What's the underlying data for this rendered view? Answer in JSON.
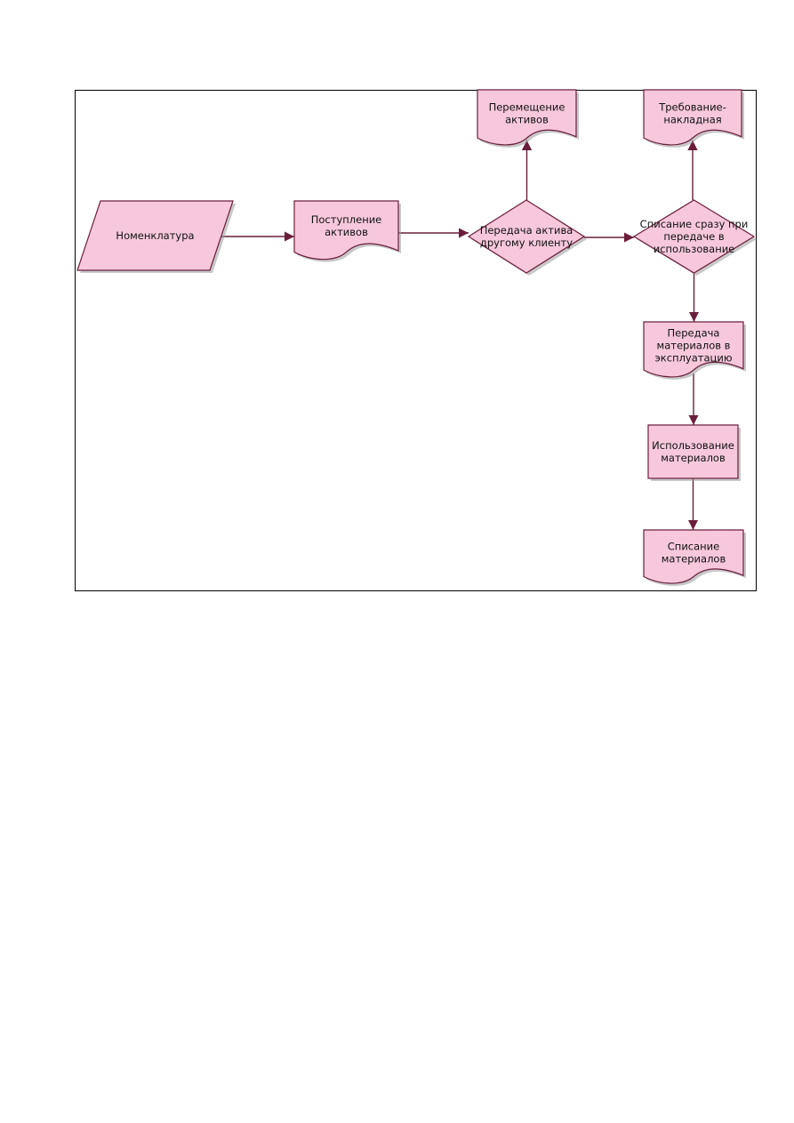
{
  "colors": {
    "node_fill": "#f7c8dc",
    "node_stroke": "#6b1e3c",
    "edge": "#6b1e3c",
    "frame": "#000000"
  },
  "nodes": [
    {
      "id": "nomenclature",
      "shape": "data",
      "label": [
        "Номенклатура"
      ]
    },
    {
      "id": "assets-receipt",
      "shape": "document",
      "label": [
        "Поступление",
        "активов"
      ]
    },
    {
      "id": "asset-transfer-client",
      "shape": "decision",
      "label": [
        "Передача актива",
        "другому клиенту"
      ]
    },
    {
      "id": "assets-movement",
      "shape": "document",
      "label": [
        "Перемещение",
        "активов"
      ]
    },
    {
      "id": "write-off-on-use",
      "shape": "decision",
      "label": [
        "Списание сразу при",
        "передаче в",
        "использование"
      ]
    },
    {
      "id": "requisition-invoice",
      "shape": "document",
      "label": [
        "Требование-",
        "накладная"
      ]
    },
    {
      "id": "materials-to-operation",
      "shape": "document",
      "label": [
        "Передача",
        "материалов в",
        "эксплуатацию"
      ]
    },
    {
      "id": "materials-usage",
      "shape": "process",
      "label": [
        "Использование",
        "материалов"
      ]
    },
    {
      "id": "materials-write-off",
      "shape": "document",
      "label": [
        "Списание",
        "материалов"
      ]
    }
  ],
  "edges": [
    {
      "from": "nomenclature",
      "to": "assets-receipt"
    },
    {
      "from": "assets-receipt",
      "to": "asset-transfer-client"
    },
    {
      "from": "asset-transfer-client",
      "to": "assets-movement"
    },
    {
      "from": "asset-transfer-client",
      "to": "write-off-on-use"
    },
    {
      "from": "write-off-on-use",
      "to": "requisition-invoice"
    },
    {
      "from": "write-off-on-use",
      "to": "materials-to-operation"
    },
    {
      "from": "materials-to-operation",
      "to": "materials-usage"
    },
    {
      "from": "materials-usage",
      "to": "materials-write-off"
    }
  ]
}
